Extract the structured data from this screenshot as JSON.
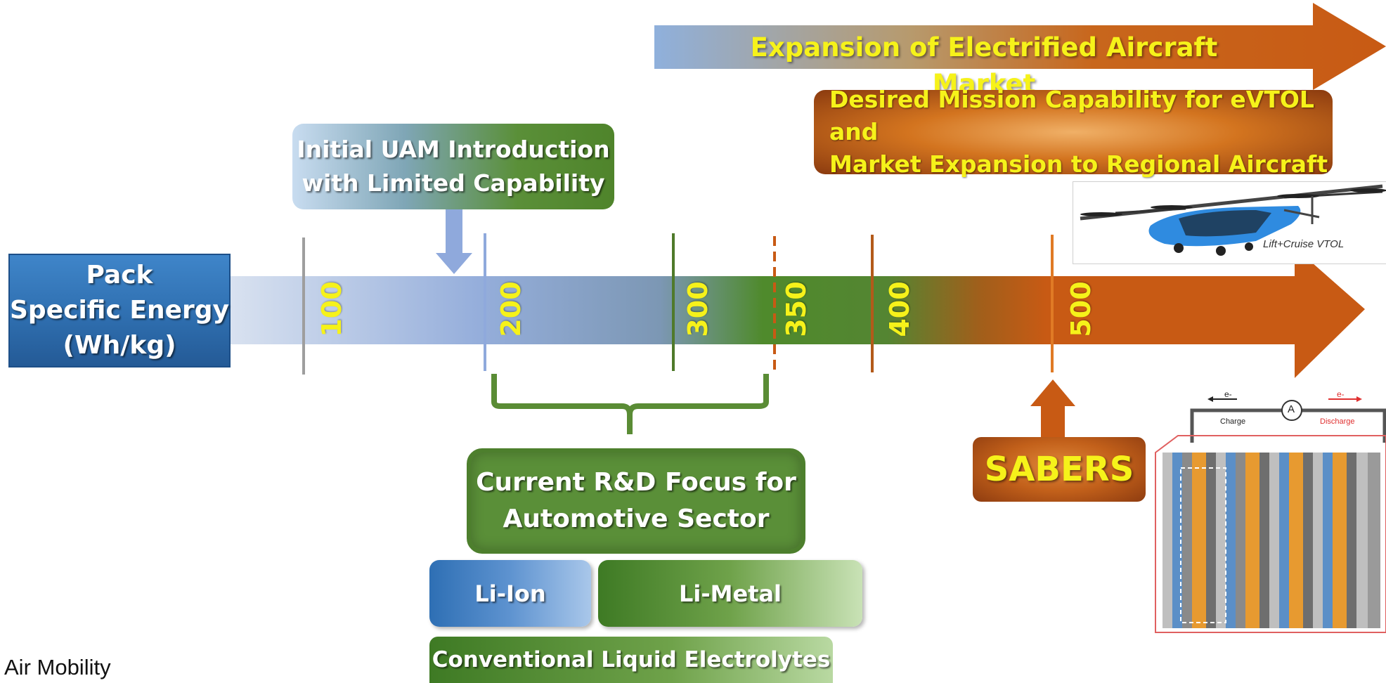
{
  "top_arrow": {
    "label": "Expansion of Electrified Aircraft Market"
  },
  "mission_box": {
    "line1": "Desired Mission Capability for eVTOL and",
    "line2": "Market Expansion to Regional Aircraft"
  },
  "uam_box": {
    "line1": "Initial UAM Introduction",
    "line2": "with Limited Capability"
  },
  "axis_box": {
    "line1": "Pack",
    "line2": "Specific Energy",
    "line3": "(Wh/kg)"
  },
  "ticks": [
    "100",
    "200",
    "300",
    "350",
    "400",
    "500"
  ],
  "rd_box": {
    "line1": "Current R&D Focus for",
    "line2": "Automotive Sector"
  },
  "chemistries": {
    "li_ion": "Li-Ion",
    "li_metal": "Li-Metal",
    "electrolyte": "Conventional Liquid Electrolytes"
  },
  "sabers": {
    "label": "SABERS"
  },
  "aircraft_image": {
    "caption": "Lift+Cruise VTOL"
  },
  "battery_diagram": {
    "electron_left": "e-",
    "electron_right": "e-",
    "charge": "Charge",
    "discharge": "Discharge",
    "ammeter": "A"
  },
  "footer": {
    "text": "Air Mobility"
  },
  "colors": {
    "blue": "#2f74b5",
    "green": "#4f8a2c",
    "orange": "#c85a14",
    "yellow": "#f6f21a"
  }
}
